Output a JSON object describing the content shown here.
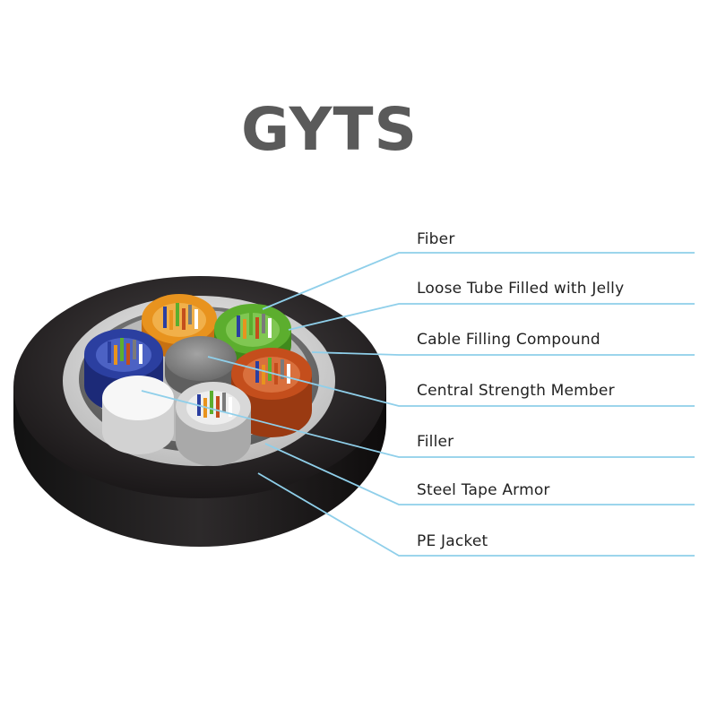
{
  "title": "GYTS",
  "colors": {
    "title": "#5a5a5a",
    "leader_line": "#8fcfea",
    "jacket": "#1f1c1d",
    "armor": "#d9d9d9",
    "tube_orange": "#e8931e",
    "tube_green": "#5cae2e",
    "tube_blue": "#2b3fa0",
    "tube_rust": "#c44e1c",
    "tube_white": "#e6e6e6",
    "center_member": "#8c8c8c"
  },
  "labels": [
    "Fiber",
    "Loose Tube Filled with Jelly",
    "Cable Filling Compound",
    "Central Strength Member",
    "Filler",
    "Steel Tape Armor",
    "PE  Jacket"
  ]
}
